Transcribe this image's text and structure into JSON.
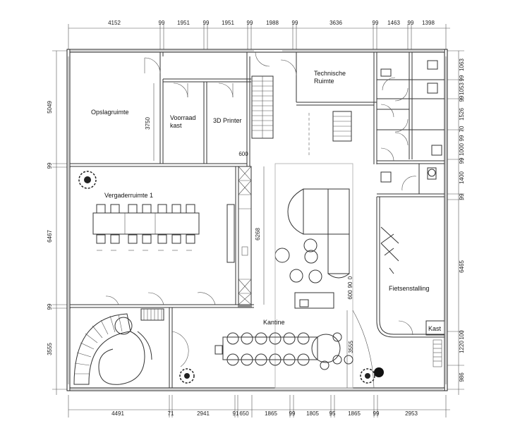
{
  "rooms": {
    "opslag": "Opslagruimte",
    "voorraad1": "Voorraad",
    "voorraad2": "kast",
    "printer": "3D Printer",
    "tech1": "Technische",
    "tech2": "Ruimte",
    "vergader": "Vergaderruimte 1",
    "kantine": "Kantine",
    "fiets": "Fietsenstalling",
    "kast": "Kast"
  },
  "dims_top": [
    "4152",
    "99",
    "1951",
    "99",
    "1951",
    "99",
    "1988",
    "99",
    "3636",
    "99",
    "1463",
    "99",
    "1398"
  ],
  "dims_bottom": [
    "4491",
    "71",
    "2941",
    "91",
    "650",
    "1865",
    "99",
    "1805",
    "95",
    "1865",
    "99",
    "2953"
  ],
  "dims_left": [
    "5049",
    "99",
    "6467",
    "99",
    "3555"
  ],
  "dims_right": [
    "1063",
    "99",
    "1053",
    "99",
    "1526",
    "70",
    "99",
    "1000",
    "99",
    "1400",
    "99",
    "6465",
    "1220",
    "100",
    "986"
  ],
  "dims_inner": {
    "d3750": "3750",
    "d600": "600",
    "d6268": "6268",
    "d3555": "3555",
    "d600b": "600",
    "d90": "90",
    "d0": "0"
  }
}
